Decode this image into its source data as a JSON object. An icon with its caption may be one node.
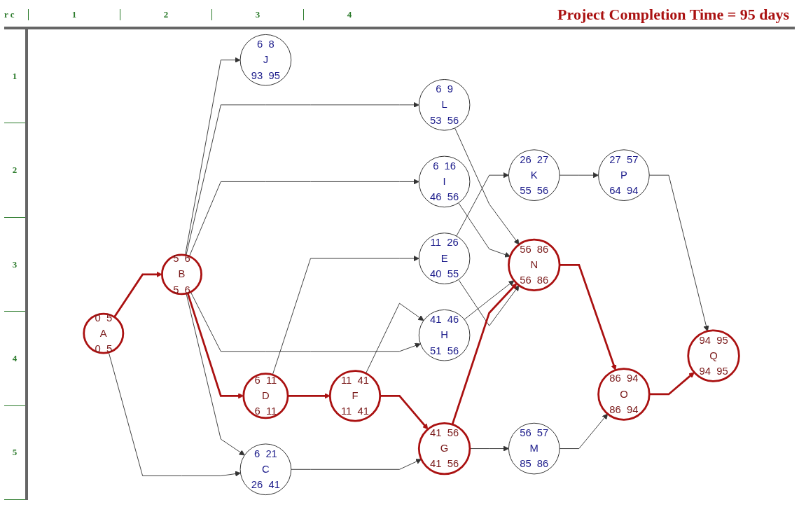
{
  "diagram": {
    "title": "Project Completion Time = 95 days",
    "nodes": [
      {
        "text": [
          "0",
          "5",
          "A",
          "0",
          "5"
        ]
      },
      {
        "text": [
          "5",
          "6",
          "B",
          "5",
          "6"
        ]
      },
      {
        "text": [
          "6",
          "21",
          "C",
          "26",
          "41"
        ]
      },
      {
        "text": [
          "11",
          "26",
          "E",
          "40",
          "55"
        ]
      },
      {
        "text": [
          "41",
          "56",
          "G",
          "41",
          "56"
        ]
      },
      {
        "text": [
          "56",
          "57",
          "M",
          "85",
          "86"
        ]
      },
      {
        "text": [
          "86",
          "94",
          "O",
          "86",
          "94"
        ]
      },
      {
        "text": [
          "94",
          "95",
          "Q",
          "94",
          "95"
        ]
      },
      {
        "text": [
          "6",
          "11",
          "D",
          "6",
          "11"
        ]
      },
      {
        "text": [
          "11",
          "41",
          "F",
          "11",
          "41"
        ]
      },
      {
        "text": [
          "41",
          "46",
          "H",
          "51",
          "56"
        ]
      },
      {
        "text": [
          "56",
          "86",
          "N",
          "56",
          "86"
        ]
      },
      {
        "text": [
          "6",
          "16",
          "I",
          "46",
          "56"
        ]
      },
      {
        "text": [
          "26",
          "27",
          "K",
          "55",
          "56"
        ]
      },
      {
        "text": [
          "27",
          "57",
          "P",
          "64",
          "94"
        ]
      },
      {
        "text": [
          "6",
          "8",
          "J",
          "93",
          "95"
        ]
      },
      {
        "text": [
          "6",
          "9",
          "L",
          "53",
          "56"
        ]
      }
    ],
    "edges": [
      {
        "from": 0,
        "to": 1,
        "arrow": "to",
        "style": "thick",
        "color": "#aa1111"
      },
      {
        "from": 0,
        "to": 2,
        "arrow": "to"
      },
      {
        "from": 1,
        "to": 2,
        "arrow": "to"
      },
      {
        "from": 1,
        "to": 8,
        "arrow": "to",
        "style": "thick",
        "color": "#aa1111"
      },
      {
        "from": 1,
        "to": 10,
        "arrow": "to"
      },
      {
        "from": 1,
        "to": 12,
        "arrow": "to"
      },
      {
        "from": 1,
        "to": 15,
        "arrow": "to"
      },
      {
        "from": 1,
        "to": 16,
        "arrow": "to"
      },
      {
        "from": 2,
        "to": 4,
        "arrow": "to"
      },
      {
        "from": 8,
        "to": 3,
        "arrow": "to"
      },
      {
        "from": 8,
        "to": 9,
        "arrow": "to",
        "style": "thick",
        "color": "#aa1111"
      },
      {
        "from": 3,
        "to": 11,
        "arrow": "to"
      },
      {
        "from": 3,
        "to": 13,
        "arrow": "to"
      },
      {
        "from": 9,
        "to": 4,
        "arrow": "to",
        "style": "thick",
        "color": "#aa1111"
      },
      {
        "from": 9,
        "to": 10,
        "arrow": "to"
      },
      {
        "from": 4,
        "to": 5,
        "arrow": "to"
      },
      {
        "from": 4,
        "to": 11,
        "arrow": "to",
        "style": "thick",
        "color": "#aa1111"
      },
      {
        "from": 10,
        "to": 11,
        "arrow": "to"
      },
      {
        "from": 12,
        "to": 11,
        "arrow": "to"
      },
      {
        "from": 16,
        "to": 11,
        "arrow": "to"
      },
      {
        "from": 13,
        "to": 14,
        "arrow": "to"
      },
      {
        "from": 5,
        "to": 6,
        "arrow": "to"
      },
      {
        "from": 11,
        "to": 6,
        "arrow": "to",
        "style": "thick",
        "color": "#aa1111"
      },
      {
        "from": 6,
        "to": 7,
        "arrow": "to",
        "style": "thick",
        "color": "#aa1111"
      },
      {
        "from": 14,
        "to": 7,
        "arrow": "to"
      }
    ],
    "labels": [
      "r",
      "c",
      "1",
      "2",
      "3",
      "4",
      "1",
      "2",
      "3",
      "4",
      "5"
    ]
  }
}
